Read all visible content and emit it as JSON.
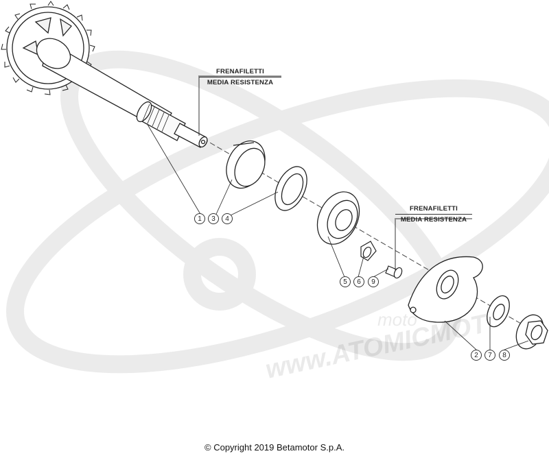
{
  "callouts": [
    {
      "line1": "FRENAFILETTI",
      "line2": "MEDIA RESISTENZA"
    },
    {
      "line1": "FRENAFILETTI",
      "line2": "MEDIA RESISTENZA"
    }
  ],
  "ref_groups": [
    {
      "numbers": [
        "1",
        "3",
        "4"
      ]
    },
    {
      "numbers": [
        "5",
        "6",
        "9"
      ]
    },
    {
      "numbers": [
        "2",
        "7",
        "8"
      ]
    }
  ],
  "watermark": {
    "url_text": "www.ATOMICMOT",
    "brand_text": "moto"
  },
  "copyright": "© Copyright 2019 Betamotor S.p.A."
}
